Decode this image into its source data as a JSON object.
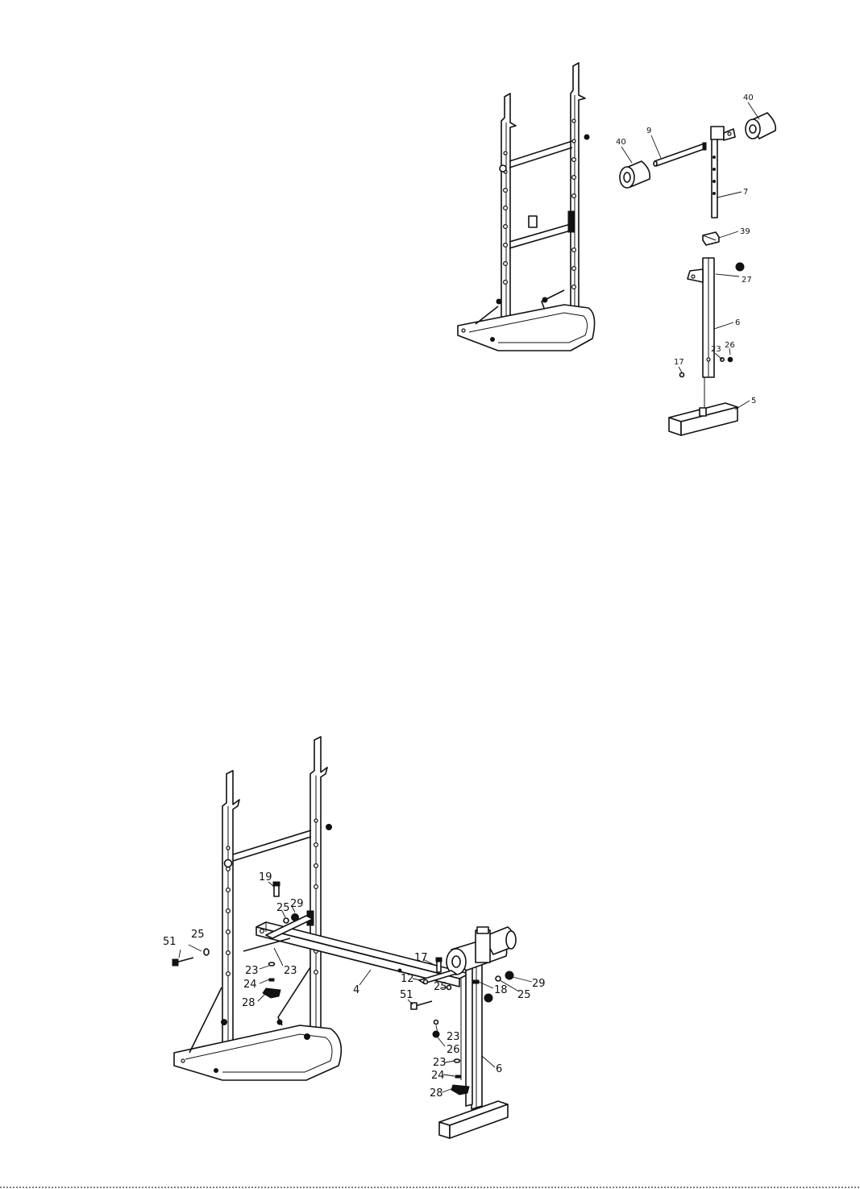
{
  "figure_1": {
    "labels": [
      "40",
      "9",
      "40",
      "7",
      "39",
      "27",
      "6",
      "23",
      "26",
      "17",
      "5"
    ]
  },
  "figure_2": {
    "labels": [
      "19",
      "25",
      "29",
      "51",
      "25",
      "23",
      "23",
      "24",
      "28",
      "4",
      "17",
      "12",
      "25",
      "51",
      "18",
      "29",
      "25",
      "23",
      "26",
      "23",
      "24",
      "6",
      "28"
    ]
  },
  "icons": [
    "leg-rest-assembly-exploded-icon",
    "bench-frame-assembly-icon"
  ]
}
